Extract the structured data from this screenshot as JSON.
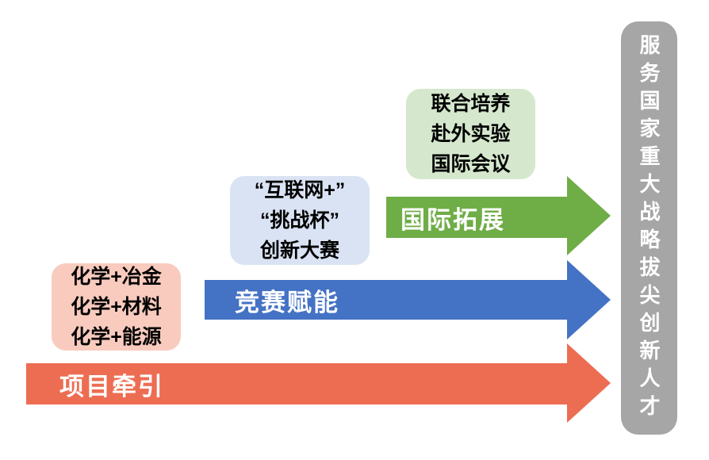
{
  "diagram": {
    "background_color": "#ffffff",
    "goal_bar": {
      "text": "服务国家重大战略拔尖创新人才",
      "color": "#a6a6a6",
      "text_color": "#ffffff"
    },
    "arrows": {
      "international": {
        "label": "国际拓展",
        "color": "#6fad47"
      },
      "competition": {
        "label": "竞赛赋能",
        "color": "#4472c4"
      },
      "project": {
        "label": "项目牵引",
        "color": "#ed6d52"
      }
    },
    "boxes": {
      "international": {
        "color": "#d5e8cd",
        "lines": [
          "联合培养",
          "赴外实验",
          "国际会议"
        ]
      },
      "competition": {
        "color": "#dae3f3",
        "lines": [
          "“互联网+”",
          "“挑战杯”",
          "创新大赛"
        ]
      },
      "project": {
        "color": "#f8cbbe",
        "lines": [
          "化学+冶金",
          "化学+材料",
          "化学+能源"
        ]
      }
    }
  }
}
